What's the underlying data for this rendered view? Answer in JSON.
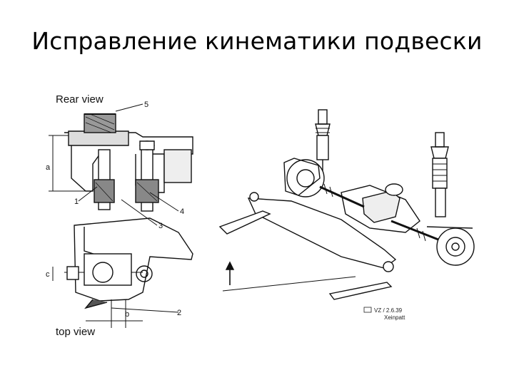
{
  "slide": {
    "title": "Исправление кинематики подвески"
  },
  "left_figure": {
    "rear_view_label": "Rear view",
    "top_view_label": "top view",
    "callouts": [
      "5",
      "a",
      "1",
      "3",
      "4",
      "c",
      "b",
      "2"
    ]
  },
  "right_figure": {
    "stamp_text": "VZ / 2.6.39",
    "stamp_subtext": "Xeinpatt"
  },
  "colors": {
    "ink": "#111111",
    "background": "#ffffff"
  }
}
